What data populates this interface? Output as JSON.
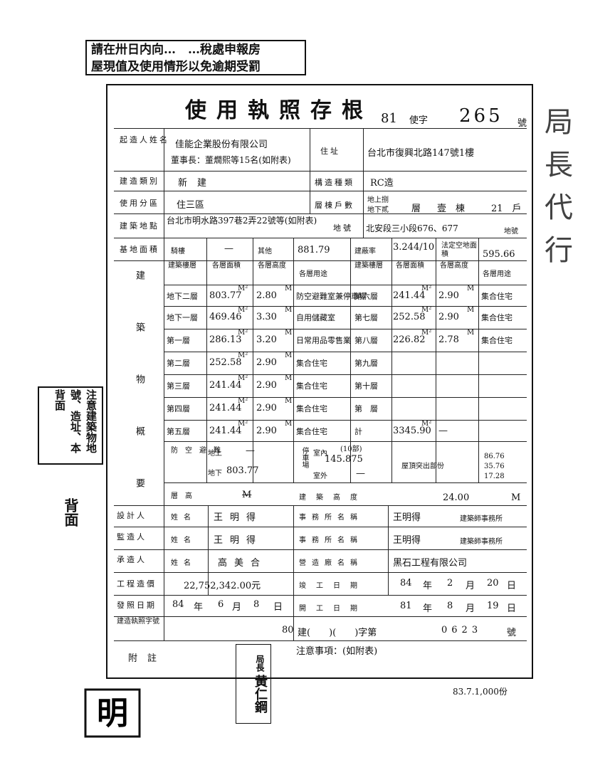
{
  "stamp_top": {
    "line1": "請在卅日内向…　…稅處申報房",
    "line2": "屋現值及使用情形以免逾期受罰"
  },
  "title": "使用執照存根",
  "doc_number": {
    "year": "81",
    "word": "使字",
    "number": "265",
    "suffix": "號"
  },
  "rows": {
    "owner_label": "起造人姓名",
    "owner_company": "佳能企業股份有限公司",
    "owner_rep": "董事長：董燗熙等15名(如附表)",
    "address_label": "住址",
    "address": "台北市復興北路147號1樓",
    "build_type_label": "建造類別",
    "build_type": "新建",
    "structure_label": "構造種類",
    "structure": "RC造",
    "zone_label": "使用分區",
    "zone": "住三區",
    "floors_label": "層棟戶數",
    "floors_above": "地上捌",
    "floors_below": "地下貳",
    "floors_ceng": "層",
    "floors_dong": "壹　棟",
    "floors_hu": "21　戶",
    "site_label": "建築地點",
    "site_addr": "台北市明水路397巷2弄22號等(如附表)",
    "site_lot_label": "地號",
    "site_lot": "北安段三小段676、677",
    "site_lot_suffix": "地號",
    "base_area_label": "基地面積",
    "base_building": "騎樓",
    "base_building_val": "—",
    "base_other": "其他",
    "base_other_val": "881.79",
    "coverage_label": "建蔽率",
    "coverage_val": "3.244/10",
    "legal_area_label": "法定空地面積",
    "legal_area_val": "595.66"
  },
  "floors_left": [
    {
      "name": "地下二層",
      "area": "803.77",
      "height": "2.80",
      "use": "防空避難室兼停車場"
    },
    {
      "name": "地下一層",
      "area": "469.46",
      "height": "3.30",
      "use": "自用儲藏室"
    },
    {
      "name": "第一層",
      "area": "286.13",
      "height": "3.20",
      "use": "日常用品零售業"
    },
    {
      "name": "第二層",
      "area": "252.58",
      "height": "2.90",
      "use": "集合住宅"
    },
    {
      "name": "第三層",
      "area": "241.44",
      "height": "2.90",
      "use": "集合住宅"
    },
    {
      "name": "第四層",
      "area": "241.44",
      "height": "2.90",
      "use": "集合住宅"
    },
    {
      "name": "第五層",
      "area": "241.44",
      "height": "2.90",
      "use": "集合住宅"
    }
  ],
  "floors_right": [
    {
      "name": "第六層",
      "area": "241.44",
      "height": "2.90",
      "use": "集合住宅"
    },
    {
      "name": "第七層",
      "area": "252.58",
      "height": "2.90",
      "use": "集合住宅"
    },
    {
      "name": "第八層",
      "area": "226.82",
      "height": "2.78",
      "use": "集合住宅"
    },
    {
      "name": "第九層",
      "area": "",
      "height": "",
      "use": ""
    },
    {
      "name": "第十層",
      "area": "",
      "height": "",
      "use": ""
    },
    {
      "name": "第　層",
      "area": "",
      "height": "",
      "use": ""
    },
    {
      "name": "計",
      "area": "3345.90",
      "height": "—",
      "use": ""
    }
  ],
  "column_headers": {
    "floor": "建築樓層",
    "area": "各層面積",
    "height": "各層高度",
    "use": "各層用途"
  },
  "unit_m2": "M²",
  "unit_m": "M",
  "building_section_label": "建築物概要",
  "defense": {
    "label": "防空避難",
    "above": "地上",
    "above_val": "—",
    "below": "地下",
    "below_val": "803.77"
  },
  "parking": {
    "label": "停車場",
    "indoor": "室內",
    "indoor_count": "(10部)",
    "indoor_val": "145.875",
    "outdoor": "室外",
    "outdoor_val": "—"
  },
  "roof": {
    "label": "屋頂突出部份",
    "v1": "86.76",
    "v2": "35.76",
    "v3": "17.28"
  },
  "ceng_gao": {
    "label": "層高",
    "val": "M"
  },
  "building_height": {
    "label": "建築高度",
    "val": "24.00",
    "unit": "M"
  },
  "designer": {
    "label": "設計人",
    "name_label": "姓名",
    "name": "王明得",
    "office_label": "事務所名稱",
    "office": "王明得",
    "office_suffix": "建築師事務所"
  },
  "supervisor": {
    "label": "監造人",
    "name_label": "姓名",
    "name": "王明得",
    "office_label": "事務所名稱",
    "office": "王明得",
    "office_suffix": "建築師事務所"
  },
  "contractor": {
    "label": "承造人",
    "name_label": "姓名",
    "name": "高美合",
    "firm_label": "營造廠名稱",
    "firm": "黑石工程有限公司"
  },
  "cost": {
    "label": "工程造價",
    "val": "22,752,342.00元"
  },
  "completion": {
    "label": "竣工日期",
    "year": "84",
    "month": "2",
    "day": "20",
    "y": "年",
    "m": "月",
    "d": "日"
  },
  "issue": {
    "label": "發照日期",
    "year": "84",
    "month": "6",
    "day": "8",
    "y": "年",
    "m": "月",
    "d": "日"
  },
  "start": {
    "label": "開工日期",
    "year": "81",
    "month": "8",
    "day": "19",
    "y": "年",
    "m": "月",
    "d": "日"
  },
  "permit": {
    "label": "建造執照字號",
    "year": "80",
    "word": "建(　　)(　　)字第",
    "number": "0623",
    "suffix": "號"
  },
  "note": {
    "label": "附註",
    "text": "注意事項：(如附表)"
  },
  "left_note": "注意建築物地號、造址、本背面",
  "back_text": "背面",
  "chief": {
    "title": "局長",
    "name": "黃仁鋼"
  },
  "seal_text": "明",
  "footer": "83.7.1,000份",
  "right_stamp": "局長代行"
}
